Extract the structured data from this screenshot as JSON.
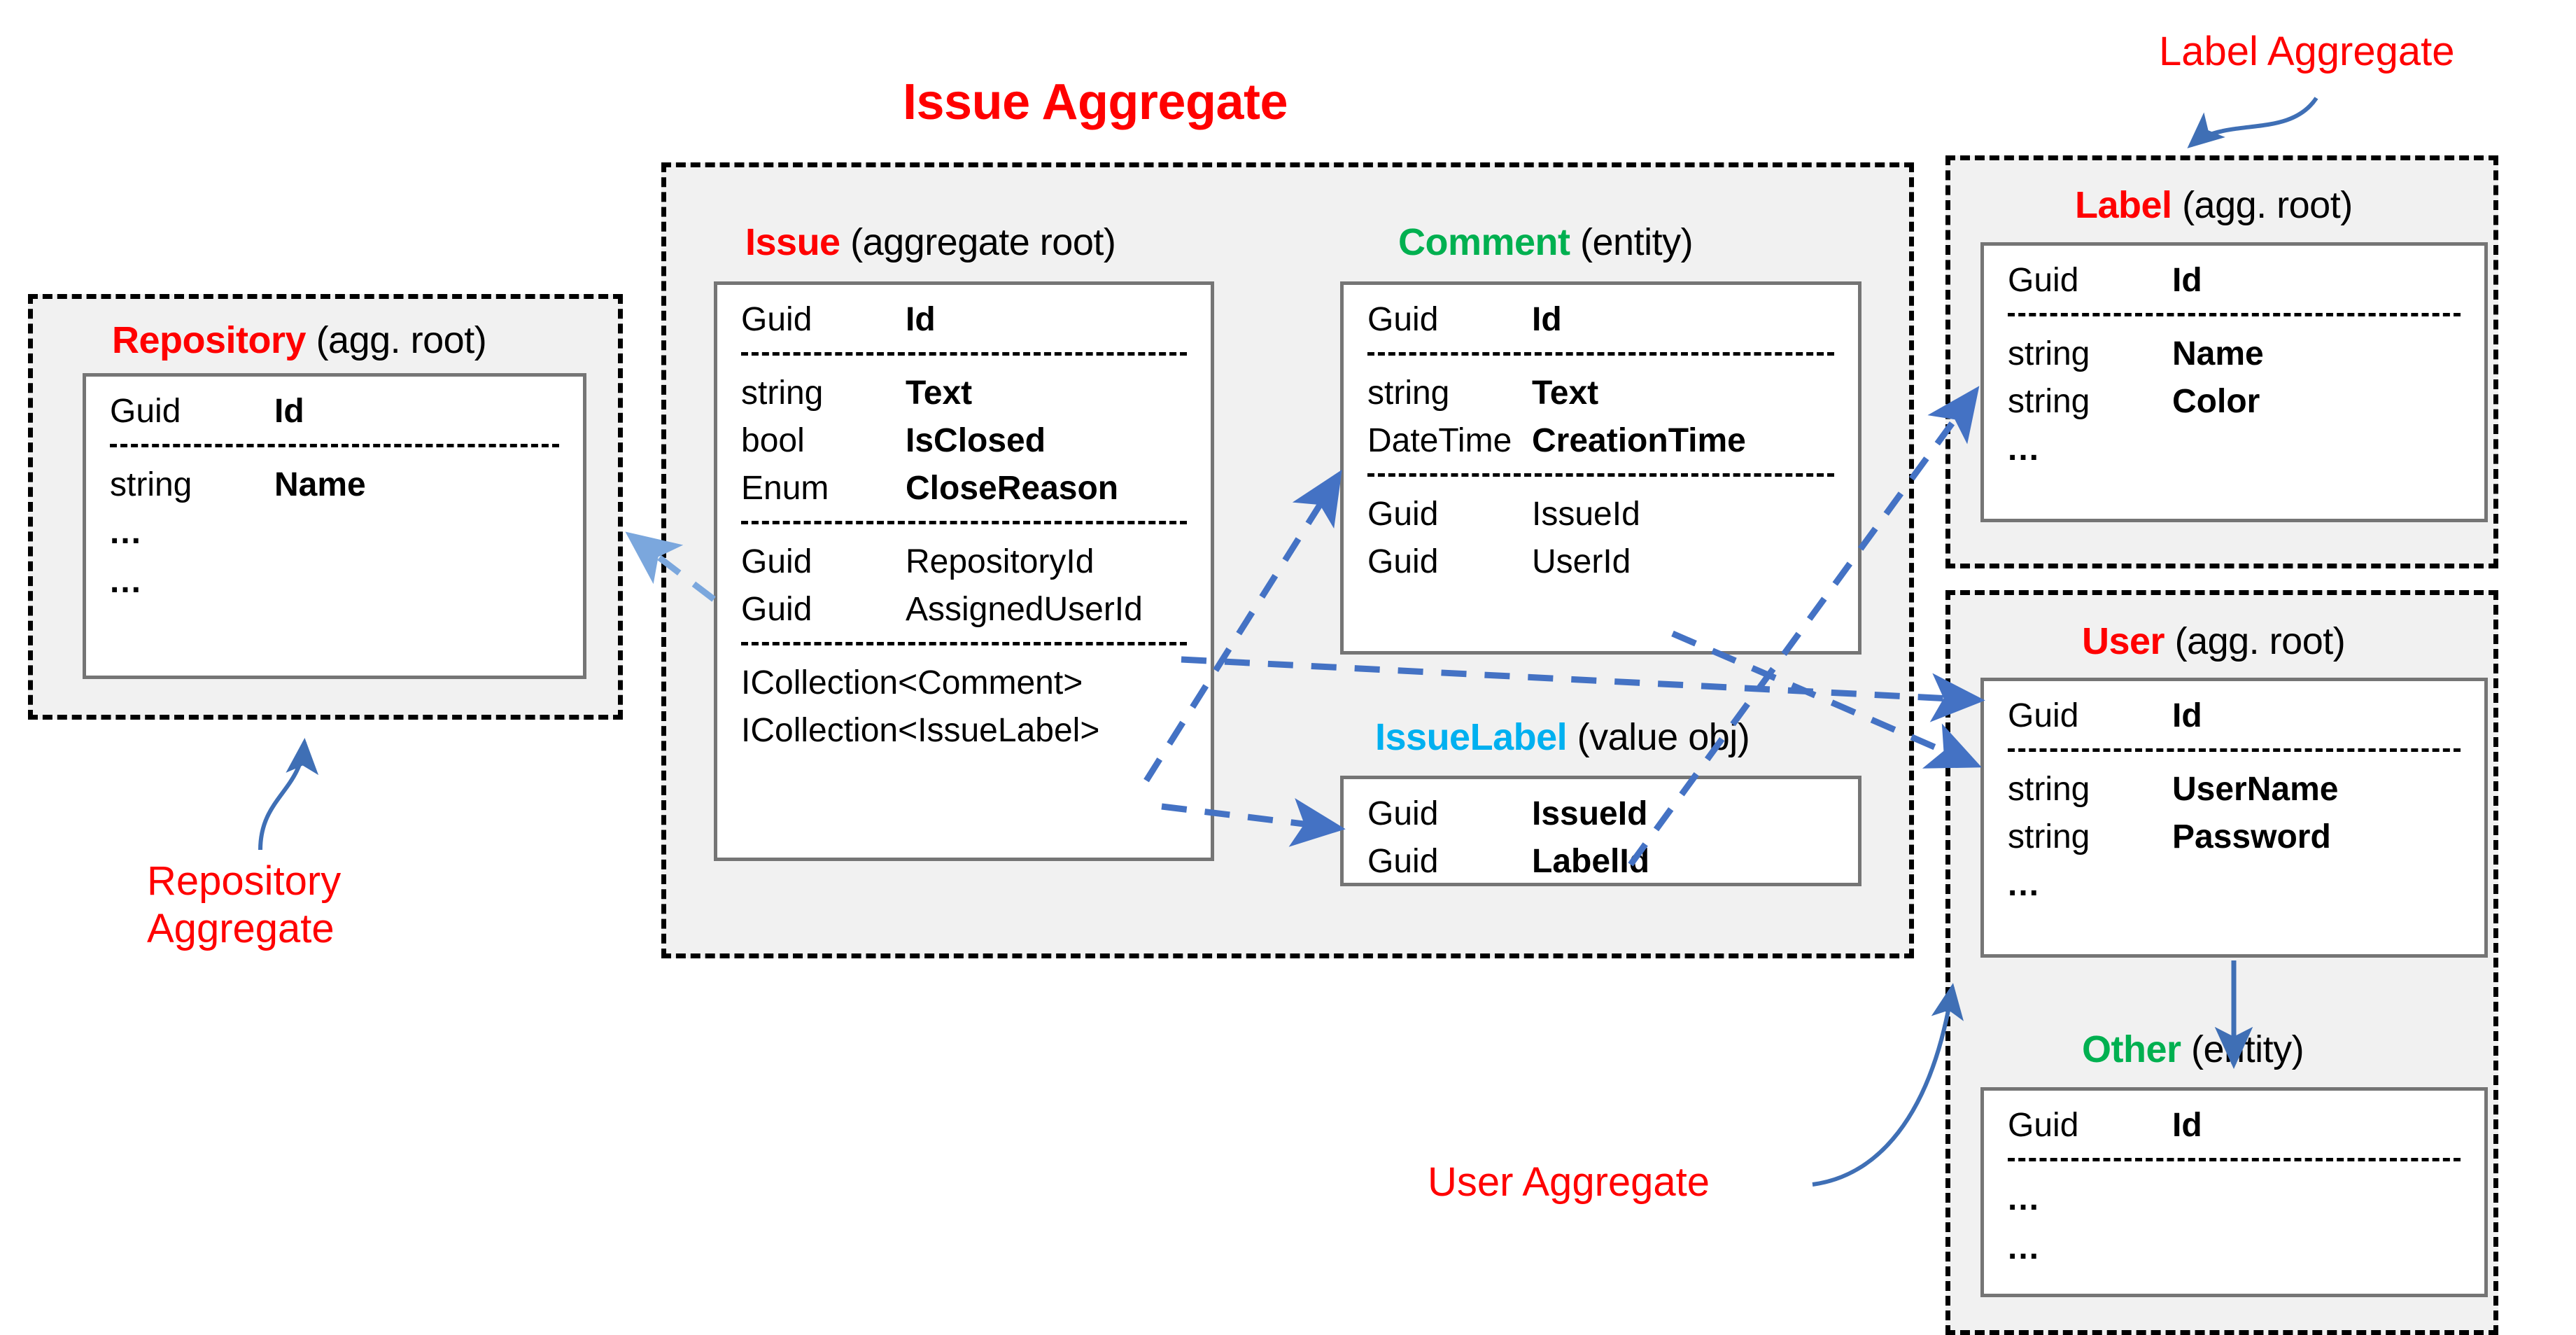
{
  "diagram": {
    "title": "Issue Aggregate",
    "colors": {
      "aggregate_root": "#ff0000",
      "entity": "#00b050",
      "value_object": "#00b0f0",
      "arrow": "#4472c4",
      "arrow_light": "#7ba7dd",
      "aggregate_fill": "#f1f1f1",
      "box_border": "#757575"
    },
    "annotations": [
      {
        "id": "repository-aggregate",
        "text": "Repository\nAggregate"
      },
      {
        "id": "label-aggregate",
        "text": "Label Aggregate"
      },
      {
        "id": "user-aggregate",
        "text": "User Aggregate"
      }
    ],
    "classes": {
      "repository": {
        "name": "Repository",
        "stereotype": "(agg. root)",
        "kind": "aggregate-root",
        "rows": [
          {
            "type": "Guid",
            "field": "Id",
            "bold": true
          },
          {
            "separator": true
          },
          {
            "type": "string",
            "field": "Name",
            "bold": true
          },
          {
            "dots": "..."
          },
          {
            "dots": "..."
          }
        ]
      },
      "issue": {
        "name": "Issue",
        "stereotype": "(aggregate root)",
        "kind": "aggregate-root",
        "rows": [
          {
            "type": "Guid",
            "field": "Id",
            "bold": true
          },
          {
            "separator": true
          },
          {
            "type": "string",
            "field": "Text",
            "bold": true
          },
          {
            "type": "bool",
            "field": "IsClosed",
            "bold": true
          },
          {
            "type": "Enum",
            "field": "CloseReason",
            "bold": true
          },
          {
            "separator": true
          },
          {
            "type": "Guid",
            "field": "RepositoryId",
            "bold": false
          },
          {
            "type": "Guid",
            "field": "AssignedUserId",
            "bold": false
          },
          {
            "separator": true
          },
          {
            "type": "ICollection<Comment>",
            "field": "",
            "bold": false,
            "wide": true
          },
          {
            "type": "ICollection<IssueLabel>",
            "field": "",
            "bold": false,
            "wide": true
          }
        ]
      },
      "comment": {
        "name": "Comment",
        "stereotype": "(entity)",
        "kind": "entity",
        "rows": [
          {
            "type": "Guid",
            "field": "Id",
            "bold": true
          },
          {
            "separator": true
          },
          {
            "type": "string",
            "field": "Text",
            "bold": true
          },
          {
            "type": "DateTime",
            "field": "CreationTime",
            "bold": true
          },
          {
            "separator": true
          },
          {
            "type": "Guid",
            "field": "IssueId",
            "bold": false
          },
          {
            "type": "Guid",
            "field": "UserId",
            "bold": false
          }
        ]
      },
      "issuelabel": {
        "name": "IssueLabel",
        "stereotype": "(value obj)",
        "kind": "value-object",
        "rows": [
          {
            "type": "Guid",
            "field": "IssueId",
            "bold": true
          },
          {
            "type": "Guid",
            "field": "LabelId",
            "bold": true
          }
        ]
      },
      "label": {
        "name": "Label",
        "stereotype": "(agg. root)",
        "kind": "aggregate-root",
        "rows": [
          {
            "type": "Guid",
            "field": "Id",
            "bold": true
          },
          {
            "separator": true
          },
          {
            "type": "string",
            "field": "Name",
            "bold": true
          },
          {
            "type": "string",
            "field": "Color",
            "bold": true
          },
          {
            "dots": "..."
          }
        ]
      },
      "user": {
        "name": "User",
        "stereotype": "(agg. root)",
        "kind": "aggregate-root",
        "rows": [
          {
            "type": "Guid",
            "field": "Id",
            "bold": true
          },
          {
            "separator": true
          },
          {
            "type": "string",
            "field": "UserName",
            "bold": true
          },
          {
            "type": "string",
            "field": "Password",
            "bold": true
          },
          {
            "dots": "..."
          }
        ]
      },
      "other": {
        "name": "Other",
        "stereotype": "(entity)",
        "kind": "entity",
        "rows": [
          {
            "type": "Guid",
            "field": "Id",
            "bold": true
          },
          {
            "separator": true
          },
          {
            "dots": "..."
          },
          {
            "dots": "..."
          }
        ]
      }
    },
    "relations": [
      {
        "from": "issue.RepositoryId",
        "to": "repository",
        "style": "dashed-arrow"
      },
      {
        "from": "issue.ICollection<Comment>",
        "to": "comment",
        "style": "dashed-arrow"
      },
      {
        "from": "issue.ICollection<IssueLabel>",
        "to": "issuelabel",
        "style": "dashed-arrow"
      },
      {
        "from": "issue.AssignedUserId",
        "to": "user",
        "style": "dashed-arrow"
      },
      {
        "from": "comment.UserId",
        "to": "user",
        "style": "dashed-arrow"
      },
      {
        "from": "issuelabel.LabelId",
        "to": "label",
        "style": "dashed-arrow"
      },
      {
        "from": "user",
        "to": "other",
        "style": "solid-arrow"
      }
    ]
  }
}
